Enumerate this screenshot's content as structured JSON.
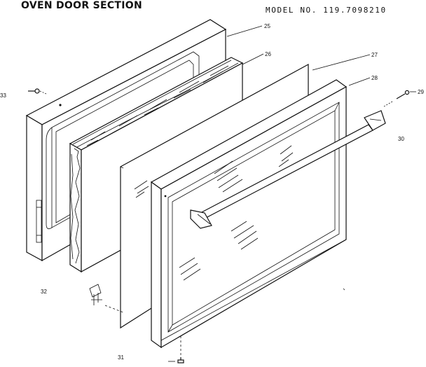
{
  "header": {
    "title": "OVEN DOOR SECTION",
    "model": "MODEL NO. 119.7098210"
  },
  "parts": {
    "p25": "25",
    "p26": "26",
    "p27": "27",
    "p28": "28",
    "p29": "29",
    "p30": "30",
    "p31": "31",
    "p32": "32",
    "p33": "33"
  },
  "colors": {
    "ink": "#111111",
    "paper": "#ffffff"
  }
}
